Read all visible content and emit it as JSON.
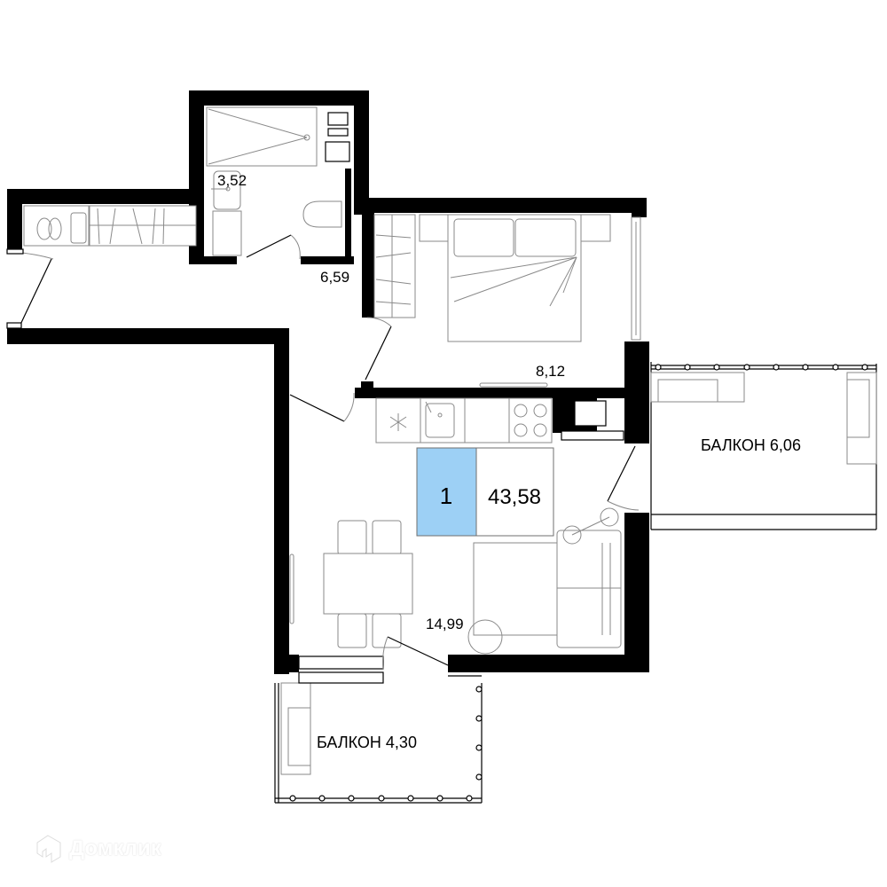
{
  "plan": {
    "type": "apartment floor plan",
    "rooms_count_badge": {
      "label": "1",
      "color": "#9dd0f5"
    },
    "total_area_label": "43,58",
    "rooms": [
      {
        "id": "bathroom",
        "area_label": "3,52"
      },
      {
        "id": "hallway",
        "area_label": "6,59"
      },
      {
        "id": "bedroom",
        "area_label": "8,12"
      },
      {
        "id": "living-kitchen",
        "area_label": "14,99"
      },
      {
        "id": "balcony-east",
        "area_label": "БАЛКОН 6,06"
      },
      {
        "id": "balcony-south",
        "area_label": "БАЛКОН 4,30"
      }
    ],
    "colors": {
      "wall": "#000000",
      "furniture_stroke": "#8a8a8a",
      "badge_fill": "#9dd0f5",
      "background": "#ffffff"
    }
  },
  "watermark": {
    "text": "Домклик",
    "icon": "house-logo-icon"
  }
}
